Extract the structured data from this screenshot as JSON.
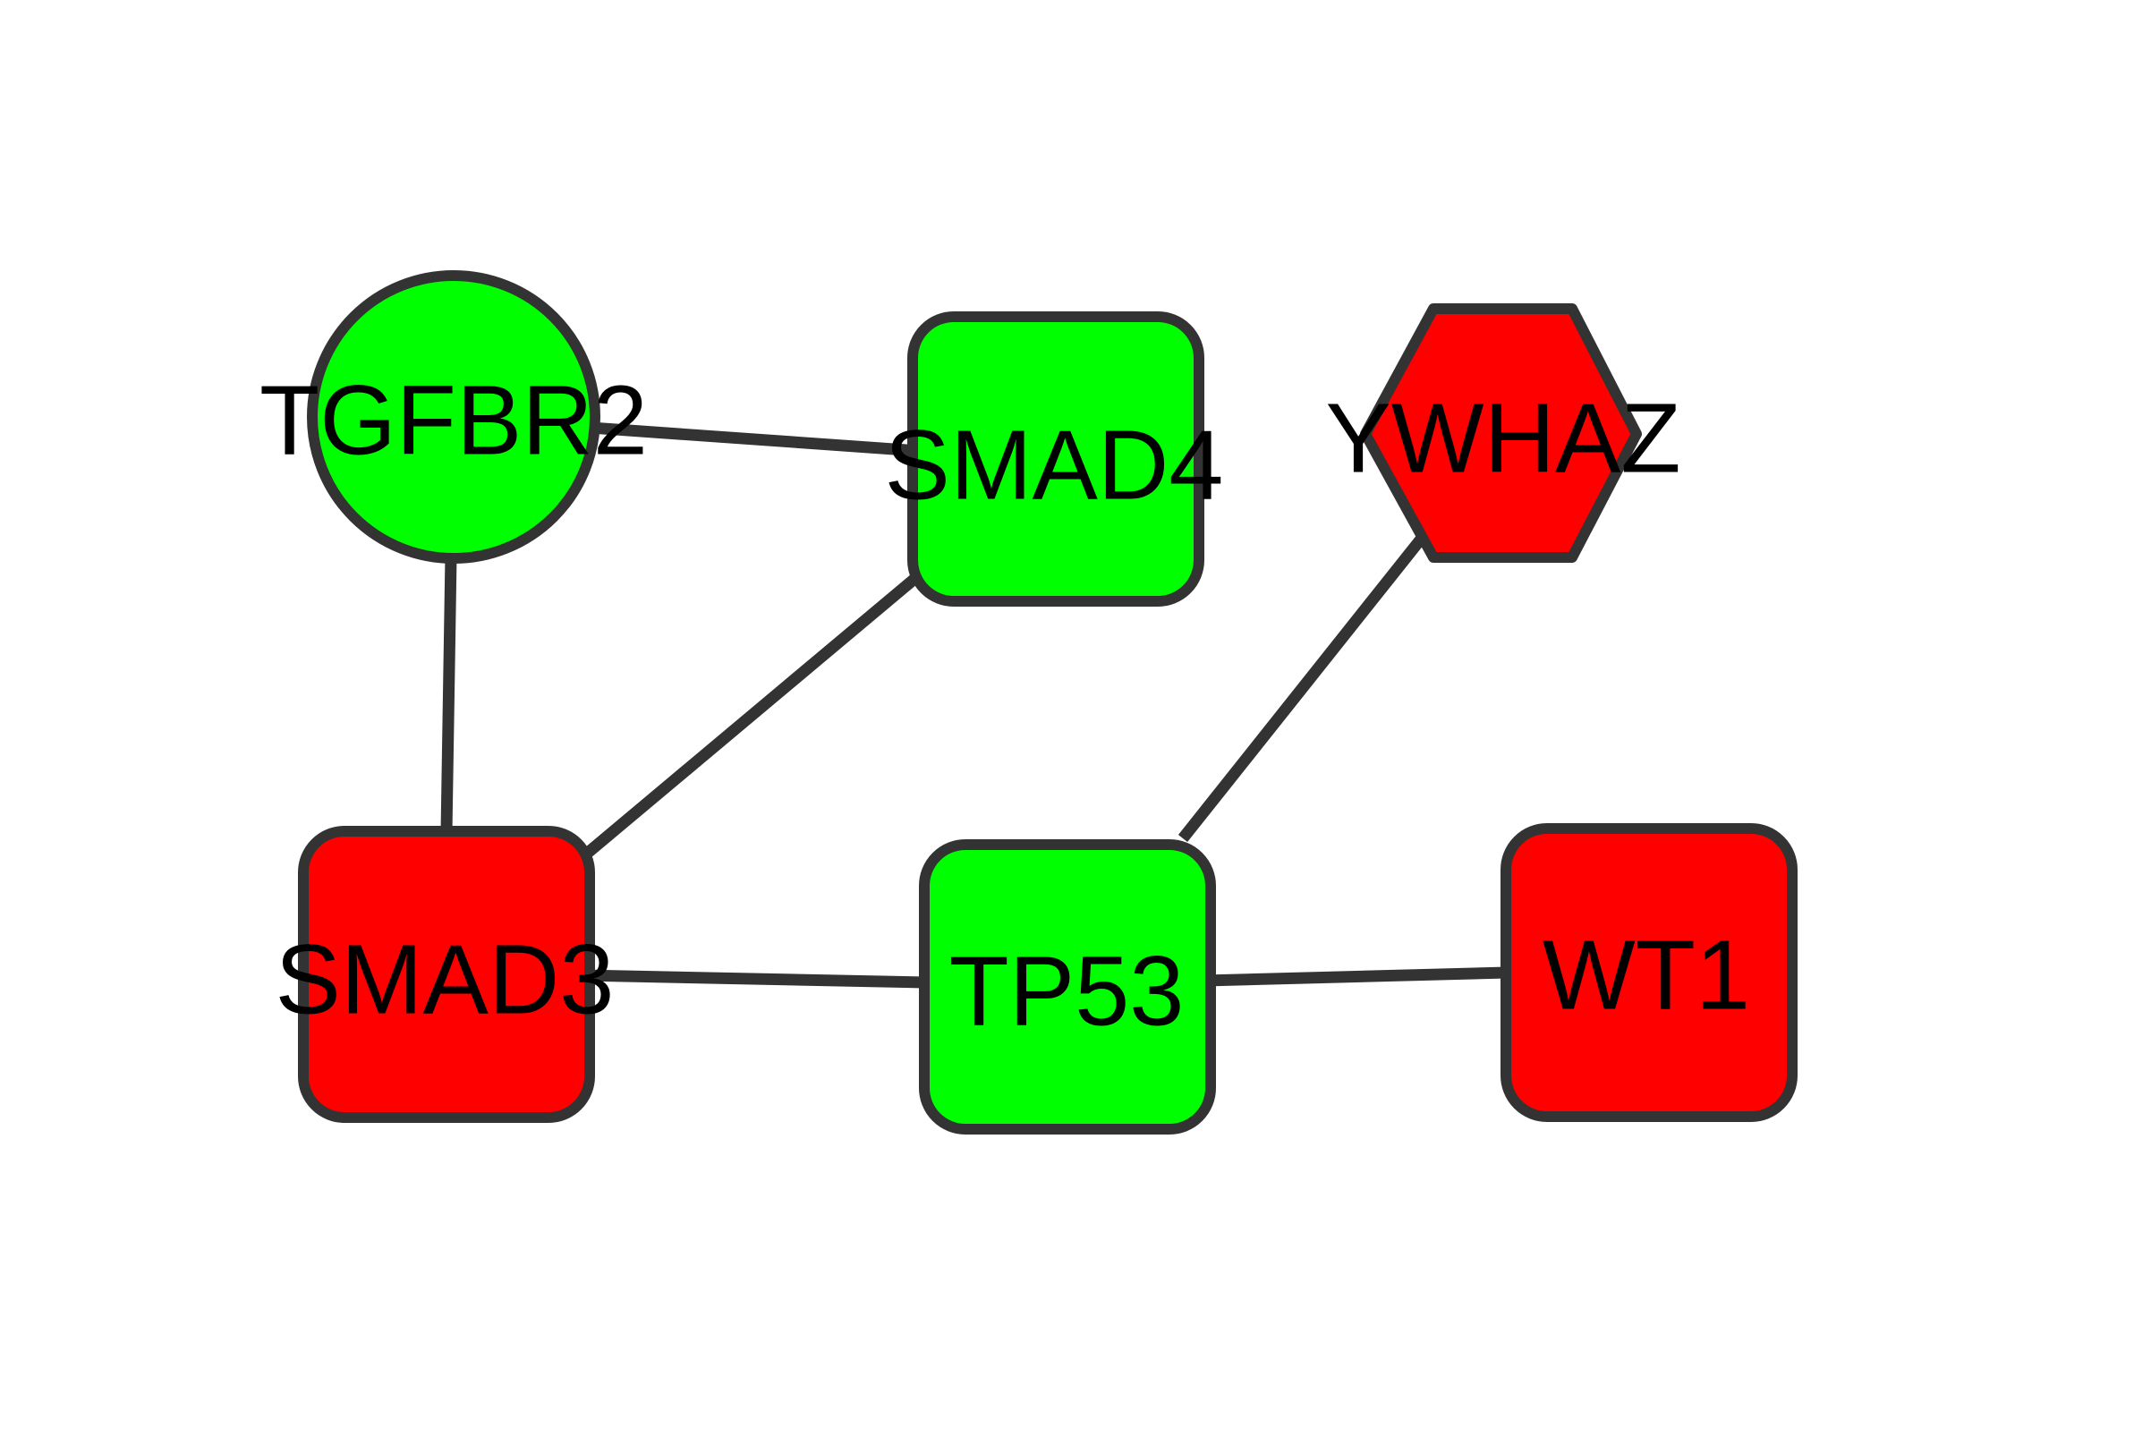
{
  "colors": {
    "up": "#ff0000",
    "down": "#00ff00",
    "edge": "#333333",
    "border": "#333333",
    "background": "#ffffff"
  },
  "nodes": [
    {
      "id": "TGFBR2",
      "label": "TGFBR2",
      "shape": "circle",
      "fill": "#00ff00"
    },
    {
      "id": "SMAD4",
      "label": "SMAD4",
      "shape": "rounded-square",
      "fill": "#00ff00"
    },
    {
      "id": "YWHAZ",
      "label": "YWHAZ",
      "shape": "hexagon",
      "fill": "#ff0000"
    },
    {
      "id": "SMAD3",
      "label": "SMAD3",
      "shape": "rounded-square",
      "fill": "#ff0000"
    },
    {
      "id": "TP53",
      "label": "TP53",
      "shape": "rounded-square",
      "fill": "#00ff00"
    },
    {
      "id": "WT1",
      "label": "WT1",
      "shape": "rounded-square",
      "fill": "#ff0000"
    }
  ],
  "edges": [
    {
      "source": "TGFBR2",
      "target": "SMAD4"
    },
    {
      "source": "TGFBR2",
      "target": "SMAD3"
    },
    {
      "source": "SMAD4",
      "target": "SMAD3"
    },
    {
      "source": "YWHAZ",
      "target": "TP53"
    },
    {
      "source": "SMAD3",
      "target": "TP53"
    },
    {
      "source": "TP53",
      "target": "WT1"
    }
  ]
}
